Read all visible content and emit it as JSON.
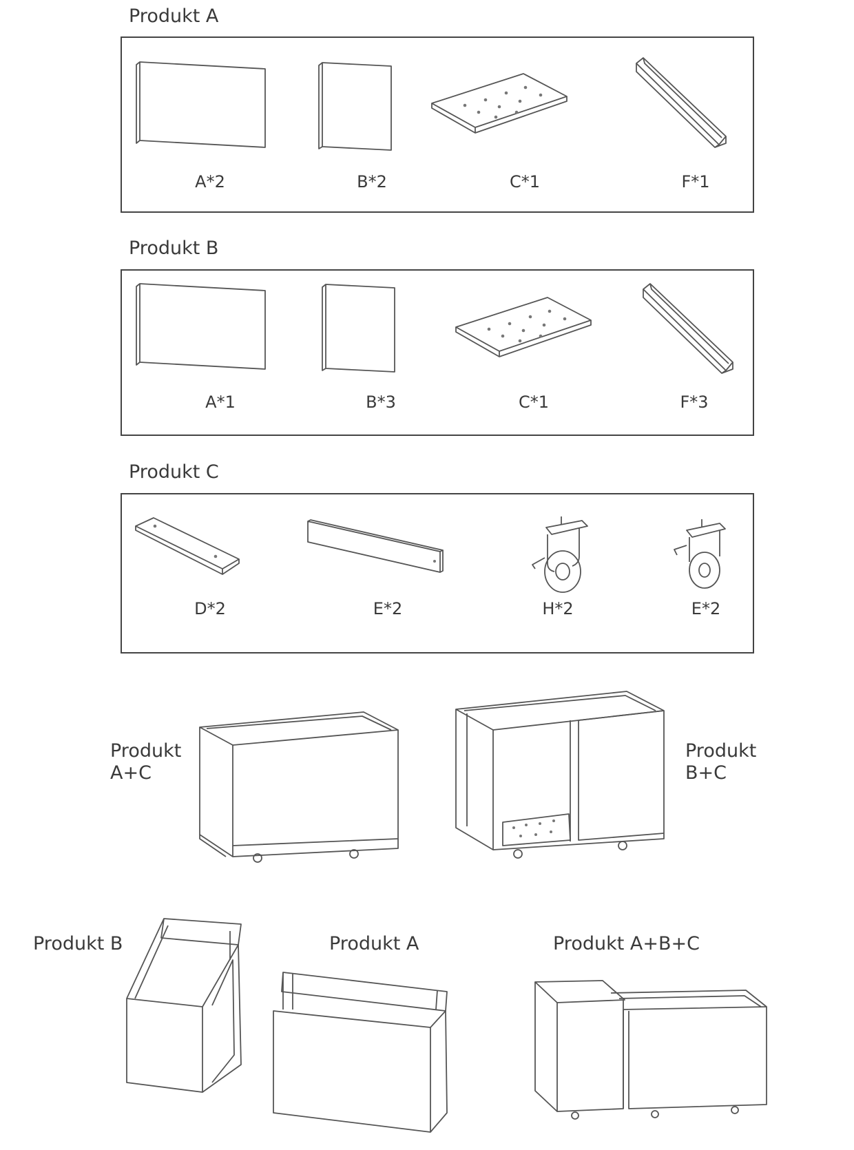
{
  "sections": [
    {
      "title": "Produkt A",
      "parts": [
        "A*2",
        "B*2",
        "C*1",
        "F*1"
      ]
    },
    {
      "title": "Produkt B",
      "parts": [
        "A*1",
        "B*3",
        "C*1",
        "F*3"
      ]
    },
    {
      "title": "Produkt C",
      "parts": [
        "D*2",
        "E*2",
        "H*2",
        "E*2"
      ]
    }
  ],
  "assemblies": {
    "ac_line1": "Produkt",
    "ac_line2": "A+C",
    "bc_line1": "Produkt",
    "bc_line2": "B+C",
    "b": "Produkt B",
    "a": "Produkt A",
    "abc": "Produkt A+B+C"
  }
}
